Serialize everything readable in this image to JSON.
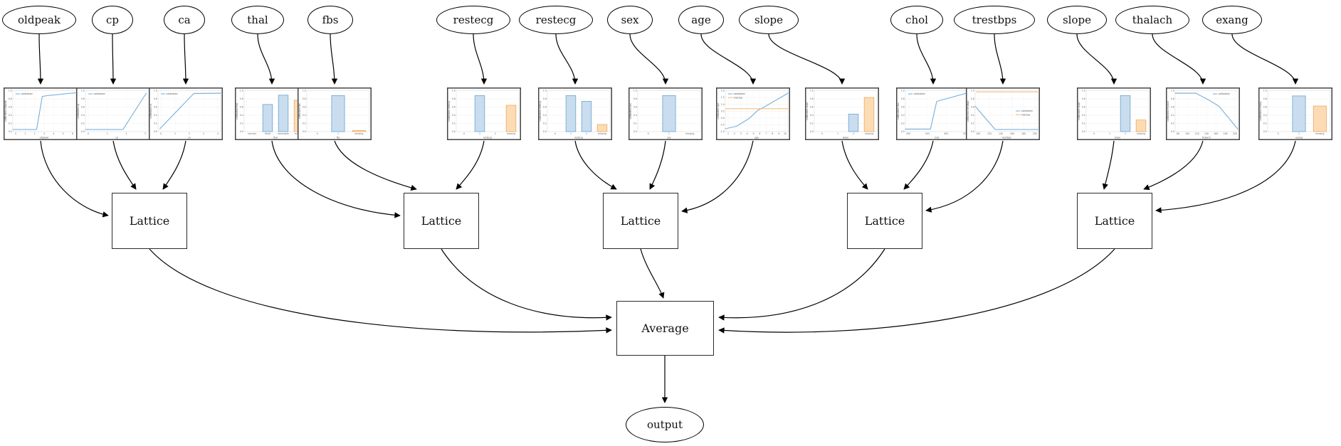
{
  "nodes": {
    "lattice": "Lattice",
    "average": "Average",
    "output": "output"
  },
  "colors": {
    "line_blue": "#7cb2dc",
    "bar_blue_fill": "#c9ddef",
    "bar_blue_edge": "#6ba3cf",
    "line_orange": "#f9bd7e",
    "bar_orange_fill": "#fcdcb5",
    "bar_orange_edge": "#f0a860",
    "edge_color": "#000000",
    "grid_color": "#e9e9e9",
    "tick_color": "#666666"
  },
  "structure": {
    "lattice_count": 5,
    "lattice_inputs": [
      [
        0,
        1,
        2
      ],
      [
        3,
        4,
        5
      ],
      [
        6,
        7,
        8
      ],
      [
        9,
        10,
        11
      ],
      [
        12,
        13,
        14
      ]
    ],
    "lattices_feed": "Average",
    "average_feeds": "output"
  },
  "features": [
    {
      "label": "oldpeak",
      "chart": {
        "type": "line",
        "ylabel": "calibrated oldpeak",
        "xlabel": "oldpeak",
        "yticks": [
          "1.0",
          "0.8",
          "0.6",
          "0.4",
          "0.2",
          "0.0"
        ],
        "xticks": [
          "0",
          "1",
          "2",
          "3",
          "4",
          "5",
          "6"
        ],
        "legend": [
          {
            "name": "calibrated",
            "color": "blue"
          }
        ],
        "legend_pos": "tl",
        "series": [
          {
            "name": "calibrated",
            "color": "blue",
            "points": [
              [
                0,
                0.05
              ],
              [
                0.38,
                0.05
              ],
              [
                0.47,
                0.86
              ],
              [
                0.55,
                0.88
              ],
              [
                1,
                0.95
              ]
            ]
          }
        ]
      }
    },
    {
      "label": "cp",
      "chart": {
        "type": "line",
        "ylabel": "calibrated cp",
        "xlabel": "cp",
        "yticks": [
          "1.0",
          "0.8",
          "0.6",
          "0.4",
          "0.2",
          "0.0"
        ],
        "xticks": [
          "0",
          "1",
          "2",
          "3"
        ],
        "legend": [
          {
            "name": "calibrated",
            "color": "blue"
          }
        ],
        "legend_pos": "tl",
        "series": [
          {
            "name": "calibrated",
            "color": "blue",
            "points": [
              [
                0,
                0.05
              ],
              [
                0.6,
                0.05
              ],
              [
                0.97,
                0.94
              ]
            ]
          }
        ]
      }
    },
    {
      "label": "ca",
      "chart": {
        "type": "line",
        "ylabel": "calibrated ca",
        "xlabel": "ca",
        "yticks": [
          "1.0",
          "0.8",
          "0.6",
          "0.4",
          "0.2",
          "0.0"
        ],
        "xticks": [
          "0",
          "1",
          "2",
          "3",
          "4"
        ],
        "legend": [
          {
            "name": "calibrated",
            "color": "blue"
          }
        ],
        "legend_pos": "tl",
        "series": [
          {
            "name": "calibrated",
            "color": "blue",
            "points": [
              [
                0.03,
                0.07
              ],
              [
                0.57,
                0.93
              ],
              [
                1,
                0.94
              ]
            ]
          }
        ]
      }
    },
    {
      "label": "thal",
      "chart": {
        "type": "bar",
        "ylabel": "calibrated thal",
        "xlabel": "thal",
        "yticks": [
          "1.0",
          "0.8",
          "0.6",
          "0.4",
          "0.2",
          "0.0"
        ],
        "cats": [
          "normal",
          "fixed",
          "reversible",
          "missing"
        ],
        "vals": [
          0,
          0.7,
          0.94,
          0.81
        ],
        "colors": [
          "blue",
          "blue",
          "blue",
          "orange"
        ],
        "legend": [],
        "legend_pos": "none"
      }
    },
    {
      "label": "fbs",
      "chart": {
        "type": "bar",
        "ylabel": "calibrated fbs",
        "xlabel": "fbs",
        "yticks": [
          "1.0",
          "0.8",
          "0.6",
          "0.4",
          "0.2",
          "0.0"
        ],
        "cats": [
          "0",
          "1",
          "missing"
        ],
        "vals": [
          0,
          0.93,
          0.03
        ],
        "colors": [
          "blue",
          "blue",
          "orange"
        ],
        "legend": [],
        "legend_pos": "none"
      }
    },
    {
      "label": "restecg",
      "chart": {
        "type": "bar",
        "ylabel": "calibrated restecg",
        "xlabel": "restecg",
        "yticks": [
          "1.0",
          "0.8",
          "0.6",
          "0.4",
          "0.2",
          "0.0"
        ],
        "cats": [
          "0",
          "1",
          "2",
          "missing"
        ],
        "vals": [
          0,
          0.93,
          0,
          0.68
        ],
        "colors": [
          "blue",
          "blue",
          "blue",
          "orange"
        ],
        "legend": [],
        "legend_pos": "none"
      }
    },
    {
      "label": "restecg",
      "chart": {
        "type": "bar",
        "ylabel": "calibrated restecg",
        "xlabel": "restecg",
        "yticks": [
          "1.0",
          "0.8",
          "0.6",
          "0.4",
          "0.2",
          "0.0"
        ],
        "cats": [
          "0",
          "1",
          "2",
          "missing"
        ],
        "vals": [
          0,
          0.93,
          0.78,
          0.18
        ],
        "colors": [
          "blue",
          "blue",
          "blue",
          "orange"
        ],
        "legend": [],
        "legend_pos": "none"
      }
    },
    {
      "label": "sex",
      "chart": {
        "type": "bar",
        "ylabel": "calibrated sex",
        "xlabel": "sex",
        "yticks": [
          "1.0",
          "0.8",
          "0.6",
          "0.4",
          "0.2",
          "0.0"
        ],
        "cats": [
          "0",
          "1",
          "missing"
        ],
        "vals": [
          0,
          0.93,
          0
        ],
        "colors": [
          "blue",
          "blue",
          "orange"
        ],
        "legend": [],
        "legend_pos": "none"
      }
    },
    {
      "label": "age",
      "chart": {
        "type": "line",
        "ylabel": "calibrated age",
        "xlabel": "age",
        "yticks": [
          "2.0",
          "1.5",
          "1.0",
          "0.5",
          "0.0",
          "-0.5",
          "-1.0"
        ],
        "xticks": [
          "1",
          "2",
          "3",
          "4",
          "5",
          "6",
          "7",
          "8",
          "9",
          "10"
        ],
        "legend": [
          {
            "name": "calibrated",
            "color": "blue"
          },
          {
            "name": "missing",
            "color": "orange"
          }
        ],
        "legend_pos": "tl",
        "series": [
          {
            "name": "calibrated",
            "color": "blue",
            "points": [
              [
                0,
                0.07
              ],
              [
                0.18,
                0.13
              ],
              [
                0.38,
                0.32
              ],
              [
                0.52,
                0.52
              ],
              [
                0.62,
                0.6
              ],
              [
                1,
                0.94
              ]
            ]
          },
          {
            "name": "missing",
            "color": "orange",
            "points": [
              [
                0,
                0.56
              ],
              [
                1,
                0.56
              ]
            ]
          }
        ]
      }
    },
    {
      "label": "slope",
      "chart": {
        "type": "bar",
        "ylabel": "calibrated slope",
        "xlabel": "slope",
        "yticks": [
          "1.0",
          "0.8",
          "0.6",
          "0.4",
          "0.2",
          "0.0"
        ],
        "cats": [
          "0",
          "1",
          "2",
          "missing"
        ],
        "vals": [
          0,
          0,
          0.45,
          0.88
        ],
        "colors": [
          "blue",
          "blue",
          "blue",
          "orange"
        ],
        "legend": [],
        "legend_pos": "none"
      }
    },
    {
      "label": "chol",
      "chart": {
        "type": "line",
        "ylabel": "calibrated chol",
        "xlabel": "chol",
        "yticks": [
          "1.0",
          "0.8",
          "0.6",
          "0.4",
          "0.2",
          "0.0"
        ],
        "xticks": [
          "200",
          "300",
          "400",
          "500"
        ],
        "legend": [
          {
            "name": "calibrated",
            "color": "blue"
          }
        ],
        "legend_pos": "tl",
        "series": [
          {
            "name": "calibrated",
            "color": "blue",
            "points": [
              [
                0,
                0.06
              ],
              [
                0.4,
                0.06
              ],
              [
                0.5,
                0.74
              ],
              [
                1,
                0.95
              ]
            ]
          }
        ]
      }
    },
    {
      "label": "trestbps",
      "chart": {
        "type": "line",
        "ylabel": "calibrated trestbps",
        "xlabel": "trestbps",
        "yticks": [
          "1.0",
          "0.8",
          "0.6",
          "0.4",
          "0.2",
          "0.0"
        ],
        "xticks": [
          "100",
          "120",
          "140",
          "160",
          "180",
          "200"
        ],
        "legend": [
          {
            "name": "calibrated",
            "color": "blue"
          },
          {
            "name": "missing",
            "color": "orange"
          }
        ],
        "legend_pos": "mr",
        "series": [
          {
            "name": "missing",
            "color": "orange",
            "points": [
              [
                0.02,
                0.97
              ],
              [
                1,
                0.97
              ]
            ]
          },
          {
            "name": "calibrated",
            "color": "blue",
            "points": [
              [
                0,
                0.62
              ],
              [
                0.32,
                0.05
              ],
              [
                1,
                0.05
              ]
            ]
          }
        ]
      }
    },
    {
      "label": "slope",
      "chart": {
        "type": "bar",
        "ylabel": "calibrated slope",
        "xlabel": "slope",
        "yticks": [
          "1.0",
          "0.8",
          "0.6",
          "0.4",
          "0.2",
          "0.0"
        ],
        "cats": [
          "0",
          "1",
          "2",
          "missing"
        ],
        "vals": [
          0,
          0,
          0.93,
          0.3
        ],
        "colors": [
          "blue",
          "blue",
          "blue",
          "orange"
        ],
        "legend": [],
        "legend_pos": "none"
      }
    },
    {
      "label": "thalach",
      "chart": {
        "type": "line",
        "ylabel": "calibrated thalach",
        "xlabel": "thalach",
        "yticks": [
          "1.0",
          "0.8",
          "0.6",
          "0.4",
          "0.2",
          "0.0"
        ],
        "xticks": [
          "80",
          "100",
          "120",
          "140",
          "160",
          "180",
          "200"
        ],
        "legend": [
          {
            "name": "calibrated",
            "color": "blue"
          }
        ],
        "legend_pos": "tr",
        "series": [
          {
            "name": "calibrated",
            "color": "blue",
            "points": [
              [
                0,
                0.94
              ],
              [
                0.33,
                0.94
              ],
              [
                0.55,
                0.76
              ],
              [
                0.7,
                0.62
              ],
              [
                1,
                0.06
              ]
            ]
          }
        ]
      }
    },
    {
      "label": "exang",
      "chart": {
        "type": "bar",
        "ylabel": "calibrated exang",
        "xlabel": "exang",
        "yticks": [
          "1.0",
          "0.8",
          "0.6",
          "0.4",
          "0.2",
          "0.0"
        ],
        "cats": [
          "0",
          "1",
          "missing"
        ],
        "vals": [
          0,
          0.92,
          0.66
        ],
        "colors": [
          "blue",
          "blue",
          "orange"
        ],
        "legend": [],
        "legend_pos": "none"
      }
    }
  ]
}
